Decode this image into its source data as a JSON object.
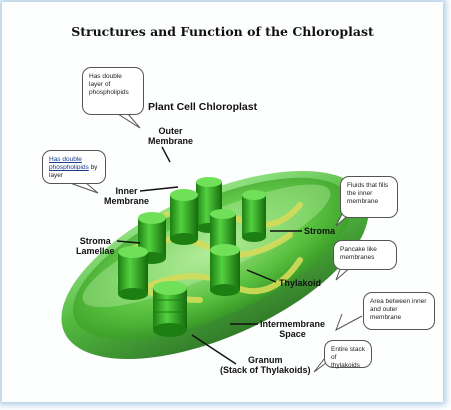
{
  "diagram": {
    "title": "Structures and Function of the Chloroplast",
    "main_label": "Plant Cell Chloroplast",
    "labels": {
      "outer_membrane": [
        "Outer",
        "Membrane"
      ],
      "inner_membrane": [
        "Inner",
        "Membrane"
      ],
      "stroma_lamellae": [
        "Stroma",
        "Lamellae"
      ],
      "stroma": "Stroma",
      "thylakoid": "Thylakoid",
      "intermembrane_space": [
        "Intermembrane",
        "Space"
      ],
      "granum": [
        "Granum",
        "(Stack of Thylakoids)"
      ]
    },
    "callouts": {
      "outer": "Has double layer of phospholipids",
      "inner_underlined": "Has double phospholipids",
      "inner_rest": " by layer",
      "stroma": "Fluids that fills the inner membrane",
      "thylakoid": "Pancake like membranes",
      "intermembrane": "Area between inner and outer membrane",
      "granum": "Entire stack of thylakoids"
    },
    "colors": {
      "chloroplast": "#3fb22a",
      "chloroplast_dark": "#1c6e12",
      "granum": "#2aa01e",
      "lamellae": "#d4dc5a"
    }
  }
}
